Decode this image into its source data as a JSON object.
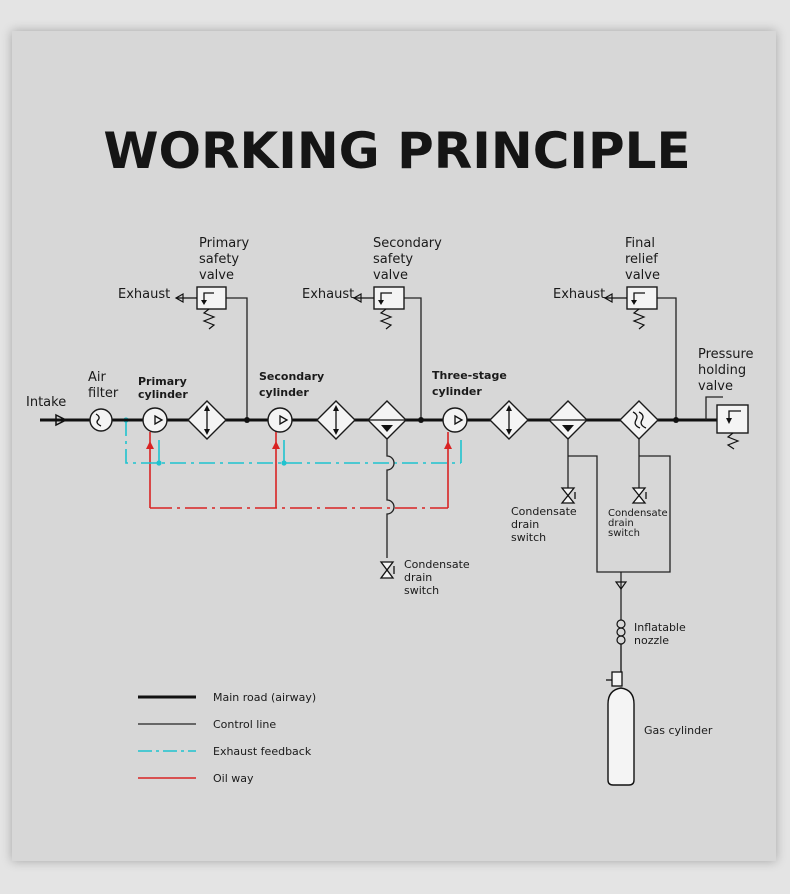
{
  "title": "WORKING PRINCIPLE",
  "labels": {
    "intake": "Intake",
    "air_filter": [
      "Air",
      "filter"
    ],
    "primary_cylinder": [
      "Primary",
      "cylinder"
    ],
    "secondary_cylinder": [
      "Secondary",
      "cylinder"
    ],
    "three_stage_cylinder": [
      "Three-stage",
      "cylinder"
    ],
    "primary_safety_valve": [
      "Primary",
      "safety",
      "valve"
    ],
    "secondary_safety_valve": [
      "Secondary",
      "safety",
      "valve"
    ],
    "final_relief_valve": [
      "Final",
      "relief",
      "valve"
    ],
    "pressure_holding_valve": [
      "Pressure",
      "holding",
      "valve"
    ],
    "exhaust_1": "Exhaust",
    "exhaust_2": "Exhaust",
    "exhaust_3": "Exhaust",
    "condensate_drain_center": [
      "Condensate",
      "drain",
      "switch"
    ],
    "condensate_drain_left": [
      "Condensate",
      "drain",
      "switch"
    ],
    "condensate_drain_right": [
      "Condensate",
      "drain",
      "switch"
    ],
    "inflatable_nozzle": [
      "Inflatable",
      "nozzle"
    ],
    "gas_cylinder": "Gas cylinder"
  },
  "legend": [
    {
      "label": "Main road (airway)",
      "color": "#111111",
      "style": "thick"
    },
    {
      "label": "Control line",
      "color": "#222222",
      "style": "thin"
    },
    {
      "label": "Exhaust feedback",
      "color": "#1fc3cf",
      "style": "dash-dot"
    },
    {
      "label": "Oil way",
      "color": "#d92323",
      "style": "solid"
    }
  ]
}
